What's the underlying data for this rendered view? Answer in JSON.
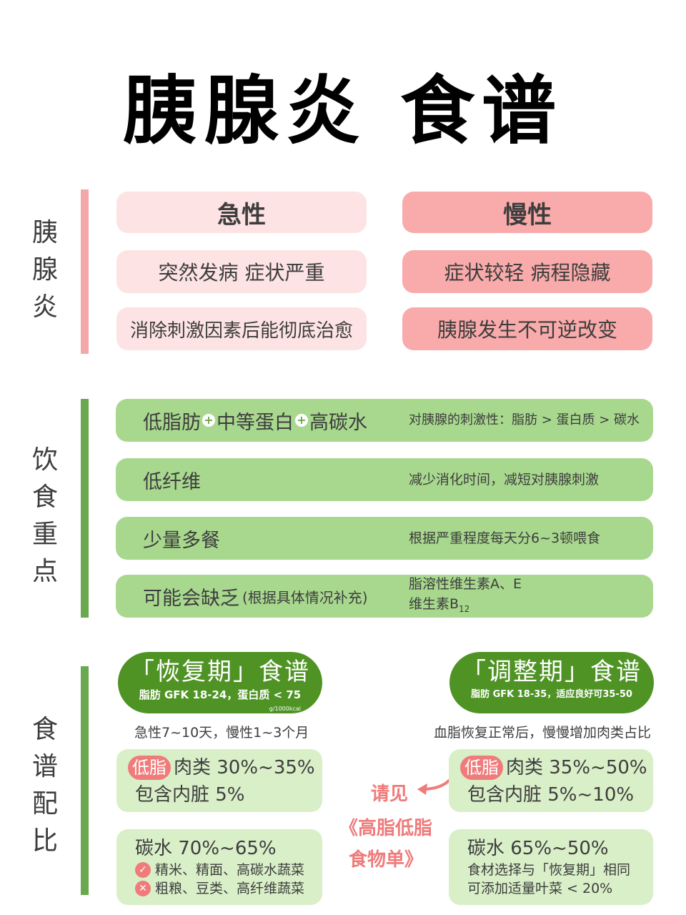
{
  "title": "胰腺炎 食谱",
  "colors": {
    "pink_light": "#fde3e3",
    "pink_dark": "#f9aaaa",
    "pink_bar": "#f4a7a7",
    "green_row": "#a8d88e",
    "green_bar": "#6aa84f",
    "green_pill": "#4f9325",
    "green_light": "#d9efc8",
    "accent_red": "#ef7b7b"
  },
  "section1": {
    "label": [
      "胰",
      "腺",
      "炎"
    ],
    "acute": {
      "header": "急性",
      "items": [
        "突然发病 症状严重",
        "消除刺激因素后能彻底治愈"
      ]
    },
    "chronic": {
      "header": "慢性",
      "items": [
        "症状较轻 病程隐藏",
        "胰腺发生不可逆改变"
      ]
    }
  },
  "section2": {
    "label": [
      "饮",
      "食",
      "重",
      "点"
    ],
    "rows": [
      {
        "main_parts": [
          "低脂肪",
          "中等蛋白",
          "高碳水"
        ],
        "plus_icon": "+",
        "note": "对胰腺的刺激性：脂肪 > 蛋白质 > 碳水"
      },
      {
        "main": "低纤维",
        "note": "减少消化时间，减短对胰腺刺激"
      },
      {
        "main": "少量多餐",
        "note": "根据严重程度每天分6~3顿喂食"
      },
      {
        "main": "可能会缺乏",
        "main_small": "(根据具体情况补充)",
        "note_lines": [
          "脂溶性维生素A、E",
          "维生素B",
          "12"
        ]
      }
    ]
  },
  "section3": {
    "label": [
      "食",
      "谱",
      "配",
      "比"
    ],
    "recovery": {
      "title": "「恢复期」食谱",
      "subtitle": "脂肪 GFK 18-24，蛋白质 < 75",
      "unit": "g/1000kcal",
      "caption": "急性7~10天，慢性1~3个月",
      "meat": {
        "badge": "低脂",
        "line1": "肉类 30%~35%",
        "line2": "包含内脏 5%"
      },
      "carb": {
        "line1": "碳水 70%~65%",
        "yes_icon": "✓",
        "yes": "精米、精面、高碳水蔬菜",
        "no_icon": "✕",
        "no": "粗粮、豆类、高纤维蔬菜"
      }
    },
    "adjust": {
      "title": "「调整期」食谱",
      "subtitle": "脂肪 GFK 18-35，适应良好可35-50",
      "caption": "血脂恢复正常后，慢慢增加肉类占比",
      "meat": {
        "badge": "低脂",
        "line1": "肉类 35%~50%",
        "line2": "包含内脏 5%~10%"
      },
      "carb": {
        "line1": "碳水 65%~50%",
        "line2": "食材选择与「恢复期」相同",
        "line3": "可添加适量叶菜 < 20%"
      }
    },
    "reference": {
      "line1": "请见",
      "line2": "《高脂低脂",
      "line3": "食物单》"
    }
  }
}
